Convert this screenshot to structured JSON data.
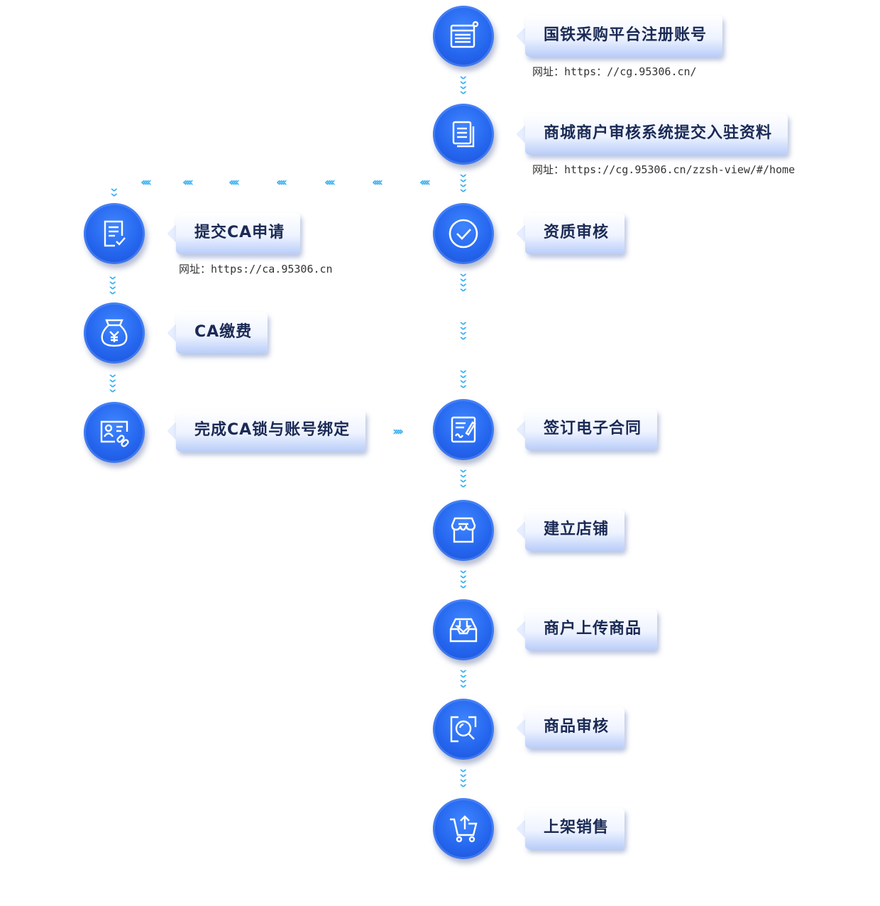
{
  "steps": {
    "register": "国铁采购平台注册账号",
    "register_url": "网址：https：//cg.95306.cn/",
    "submit_info": "商城商户审核系统提交入驻资料",
    "submit_info_url": "网址：https://cg.95306.cn/zzsh-view/#/home",
    "qualification": "资质审核",
    "ca_apply": "提交CA申请",
    "ca_apply_url": "网址：https://ca.95306.cn",
    "ca_fee": "CA缴费",
    "ca_bind": "完成CA锁与账号绑定",
    "contract": "签订电子合同",
    "store": "建立店铺",
    "upload": "商户上传商品",
    "goods_review": "商品审核",
    "sale": "上架销售"
  },
  "colors": {
    "node": "#2566ee",
    "arrow": "#39b0f2",
    "text": "#1b2a55"
  }
}
